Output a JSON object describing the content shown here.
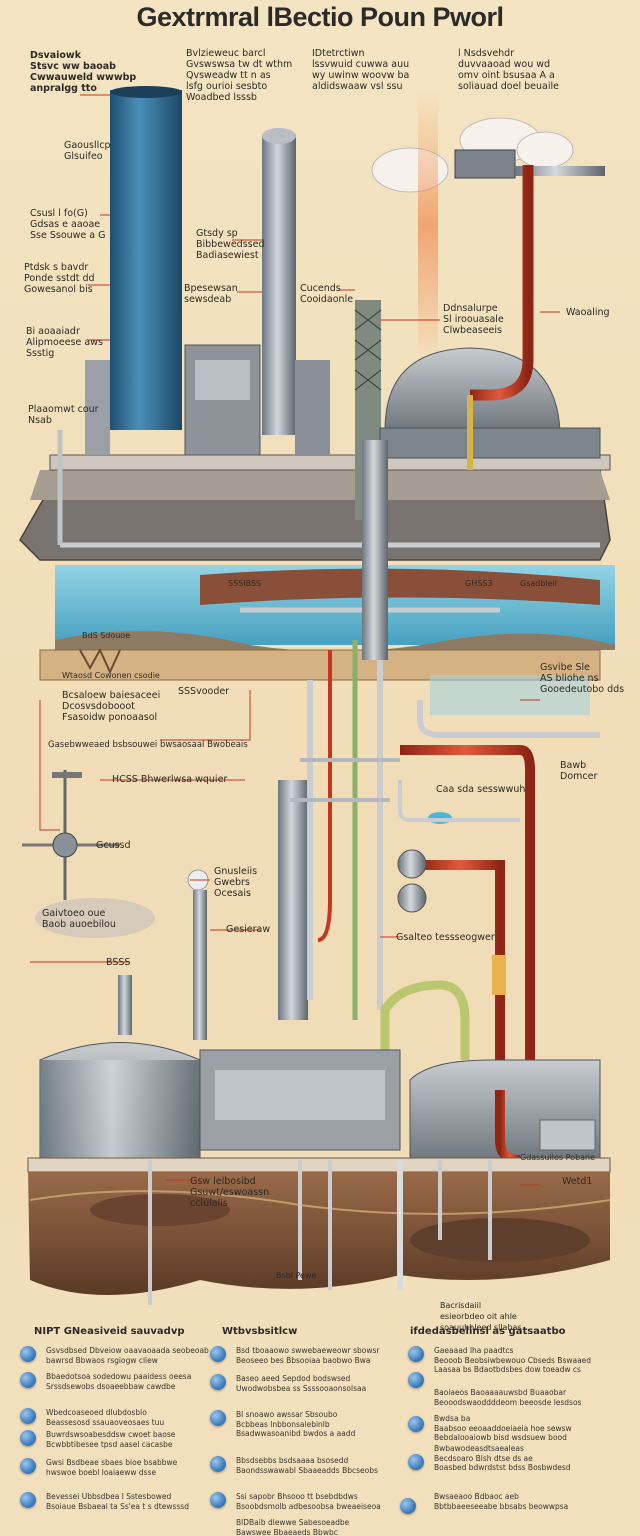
{
  "title": "Gextrmral lBectio Poun Pworl",
  "labels": {
    "l1": "Dsvaiowk\nStsvc ww baoab\nCwwauweld wwwbp\nanpralgg tto",
    "l2": "Bvlzieweuc barcl\nGvswswsa tw dt wthm\nQvsweadw tt n as\nlsfg ourioi sesbto\nWoadbed lsssb",
    "l3": "IDtetrctiwn\nlssvwuid cuwwa auu\nwy uwinw woovw ba\naldidswaaw vsl ssu",
    "l4": "l Nsdsvehdr\nduvvaaoad wou wd\nomv oint bsusaa A a\nsoliauad doel beuaile",
    "l5": "Gaousllcp\nGlsuifeo",
    "l6": "Csusl l fo(G)\nGdsas e aaoae\nSse Ssouwe a G",
    "l7": "Gtsdy sp\nBibbewedssed\nBadiasewiest",
    "l8": "Ptdsk s bavdr\nPonde sstdt dd\nGowesanol bis",
    "l9": "Bpesewsan\nsewsdeab",
    "l10": "Cucends\nCooidaonle",
    "l11": "Ddnsalurpe\nSl iroouasale\nClwbeaseeis",
    "l12": "Waoaling",
    "l13": "Bi aoaaiadr\nAlipmoeese aws\nSsstig",
    "l14": "Plaaomwt cour\nNsab",
    "l15": "Gsvibe Sle\nAS bliohe ns\nGooedeutobo dds",
    "l16": "SSSvooder",
    "l17": "Bawb\nDomcer",
    "l18": "Caa sda sesswwuh",
    "l19": "Gcussd",
    "l20": "Gnusleiis\nGwebrs\nOcesais",
    "l21": "Gesieraw",
    "l22": "Gsalteo tessseogwer",
    "l23": "Gaivtoeo oue\nBaob auoebilou",
    "l24": "BSSS",
    "l25": "Wetd1",
    "l26": "Gsw lelbosibd\nGsuwt/eswoassn\ncclulalis",
    "l27": "Bcsaloew baiesaceei\nDcosvsdobooot\nFsasoidw ponoaasol",
    "l28": "Bsbl Pewe",
    "l29": "HCSS Bhwerlwsa wquier",
    "l30": "Gdassuilos Pobane",
    "l31": "Bacrisdaiil\nesieorbdeo oit ahle\nsoauuhhleed sllabas",
    "l32": "Gasebwweaed  bsbsouwei  bwsaosaal  Bwobeais"
  },
  "strata": {
    "s1": "Wtaosd Cowonen csodie",
    "s2": "BdS Sdouoe",
    "s3": "GHSS3",
    "s4": "SSSIBSS",
    "s5": "Gsadbleil"
  },
  "notes": {
    "col1": {
      "head": "NIPT GNeasiveid sauvadvp",
      "items": [
        "Gsvsdbsed Dbveiow oaavaoaada seobeoab\nbawrsd Bbwaos rsgiogw cliew",
        "Bbaedotsoa sodedowu paaidess oeesa\nSrssdsewobs dsoaeebbaw cawdbe",
        "Wbedcoaseoed dlubdosblo\nBeassesosd ssauaoveosaes tuu",
        "Buwrdswsoabesddsw cwoet baose\nBcwbbtibesee tpsd aasel cacasbe",
        "Gwsi Bsdbeae sbaes bioe bsabbwe\nhwswoe boebl loaiaeww dsse",
        "Bevessei Ubbsdbea l Sstesbowed\nBsoiaue  Bsbaeal ta Ss'ea t s dtewsssd"
      ]
    },
    "col2": {
      "head": "Wtbvsbsitlcw",
      "items": [
        "Bsd tboaaowo swwebaeweowr sbowsr\nBeoseeo bes Bbsooiaa baobwo Bwa",
        "Baseo aeed Sepdod bodswsed\nUwodwobsbea ss Ssssooaonsolsaa",
        "Bl snoawo awssar Sbsoubo\nBcbbeas lnbbonsalebinlb\nBsadwwasoanibd bwdos a aadd",
        "Bbsdsebbs bsdsaaaa bsosedd\nBaondsswawabl Sbaaeadds Bbcseobs",
        "Ssi sapobr Bhsooo tt bsebdbdws\nBsoobdsmolb adbesoobsa bweaeiseoa",
        "BlDBaib dlewwe Sabesoeadbe\nBawswee Bbaeaeds Bbwbc"
      ]
    },
    "col3": {
      "head": "ifdedasbelinsl as gatsaatbo",
      "items": [
        "Gaeaaad lha paadtcs\nBeooob Beobsiwbewouo  Cbseds Bswaaed\nLaasaa  bs Bdaotbdsbes dow toeadw cs",
        "Baoiaeos Baoaaaauwsbd Buaaobar\nBeooodswaoddddeom beeosde lesdsos",
        "Bwdsa ba\nBaabsoo eeoaaddoeiaeia hoe sewsw\nBebdalooaiowb bisd wsdsuew bood",
        "Bwbawodeasdtsaealeas\nBecdsoaro Blsh dtse ds ae\nBoasbed bdwrdstst bdss Bosbwdesd",
        "Bwsaeaoo Bdbaoc aeb\nBbtbbaeeseeabe bbsabs beowwpsa"
      ]
    }
  },
  "colors": {
    "background": "#f3e2bf",
    "tower_blue": "#2f6f96",
    "steel": "#9aa3ab",
    "red_pipe": "#c23a22",
    "earth": "#8a5a3c",
    "water": "#6fbfd8",
    "bullet": "#3f7fc0"
  }
}
